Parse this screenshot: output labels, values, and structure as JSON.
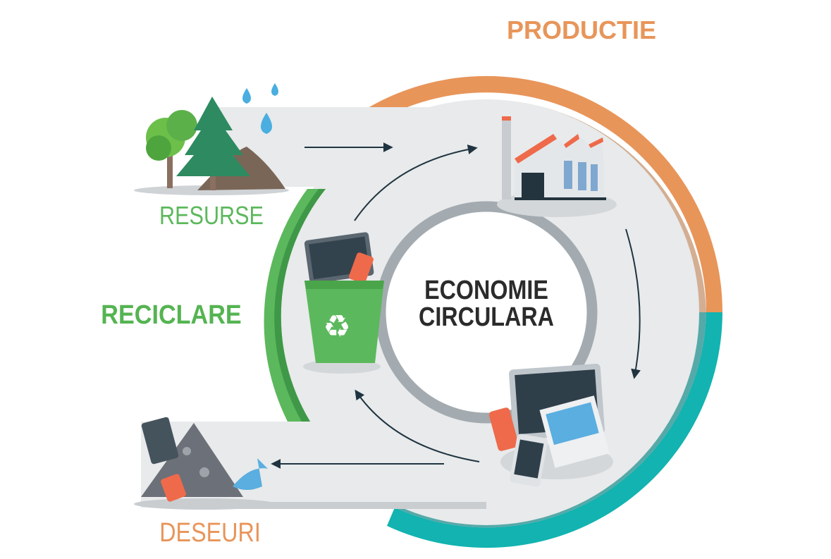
{
  "title": [
    "ECONOMIE",
    "CIRCULARA"
  ],
  "stages": {
    "productie": "PRODUCTIE",
    "resurse": "RESURSE",
    "reciclare": "RECICLARE",
    "deseuri": "DESEURI"
  },
  "colors": {
    "orange": "#e8955a",
    "teal": "#12b3b0",
    "green": "#5cb85c",
    "band": "#e8eaeb",
    "ring": "#a3abb0",
    "arrow": "#1f3440"
  }
}
